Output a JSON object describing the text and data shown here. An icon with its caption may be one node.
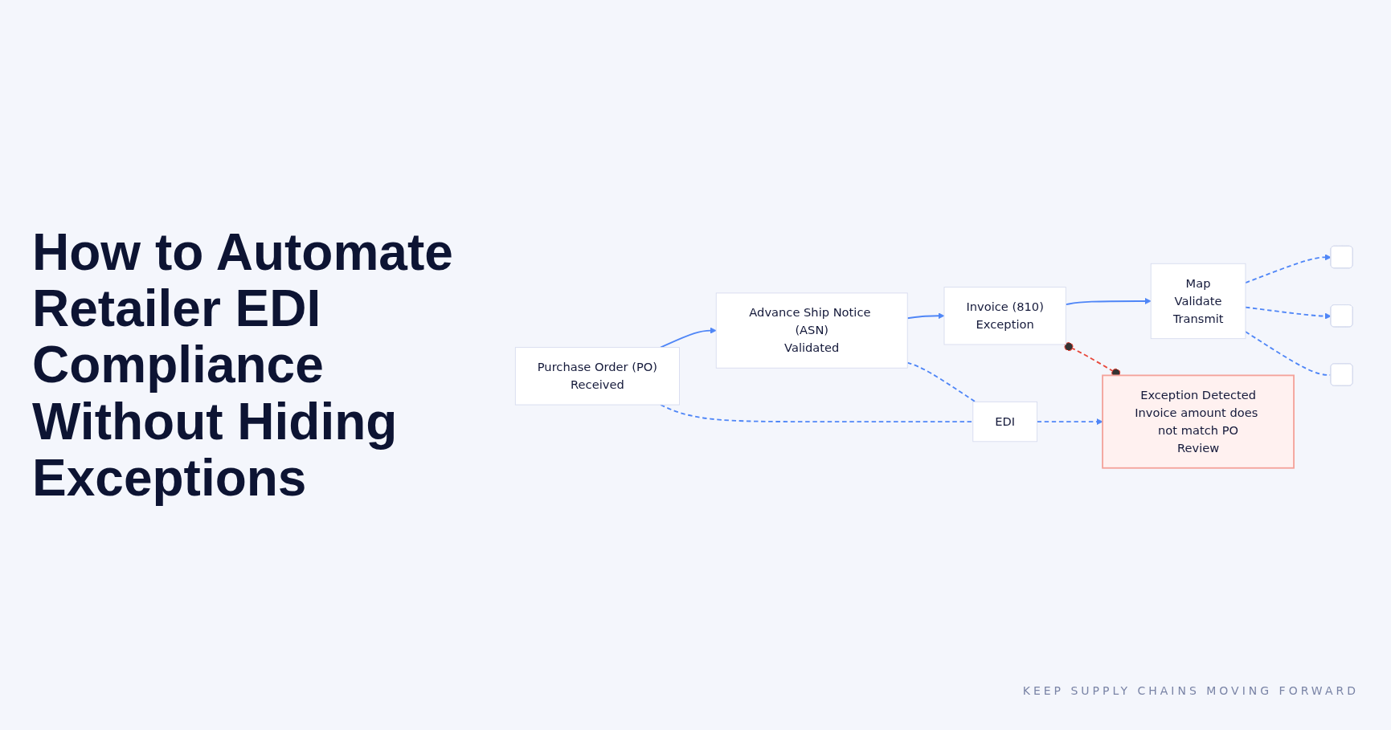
{
  "diagram": {
    "title": "How to Automate Retailer EDI Compliance Without Hiding Exceptions",
    "nodes": [
      {
        "text": [
          "Purchase Order (PO)",
          "Received"
        ]
      },
      {
        "text": [
          "Advance Ship Notice (ASN)",
          "Validated"
        ]
      },
      {
        "text": [
          "Invoice (810)",
          "Exception"
        ]
      },
      {
        "text": [
          "Map",
          "Validate",
          "Transmit"
        ]
      },
      {
        "text": [],
        "shape": "box"
      },
      {
        "text": [],
        "shape": "box"
      },
      {
        "text": [],
        "shape": "box"
      },
      {
        "text": [
          "EDI"
        ]
      },
      {
        "text": [
          "Exception Detected",
          "Invoice amount does not match PO",
          "Review"
        ]
      }
    ],
    "edges": [
      {
        "from": 0,
        "to": 1,
        "arrow": "to"
      },
      {
        "from": 1,
        "to": 2,
        "arrow": "to"
      },
      {
        "from": 2,
        "to": 3,
        "arrow": "to"
      },
      {
        "from": 3,
        "to": 4,
        "arrow": "to",
        "style": "dashed"
      },
      {
        "from": 3,
        "to": 5,
        "arrow": "to",
        "style": "dashed"
      },
      {
        "from": 3,
        "to": 6,
        "arrow": "none",
        "style": "dashed"
      },
      {
        "from": 0,
        "to": 7,
        "arrow": "none",
        "style": "dashed"
      },
      {
        "from": 1,
        "to": 7,
        "arrow": "none",
        "style": "dashed"
      },
      {
        "from": 7,
        "to": 8,
        "arrow": "to",
        "style": "dashed"
      },
      {
        "from": 2,
        "to": 8,
        "arrow": "other",
        "style": "dashed",
        "color": "#e8483b"
      }
    ],
    "labels": [
      "KEEP SUPPLY CHAINS MOVING FORWARD"
    ]
  }
}
